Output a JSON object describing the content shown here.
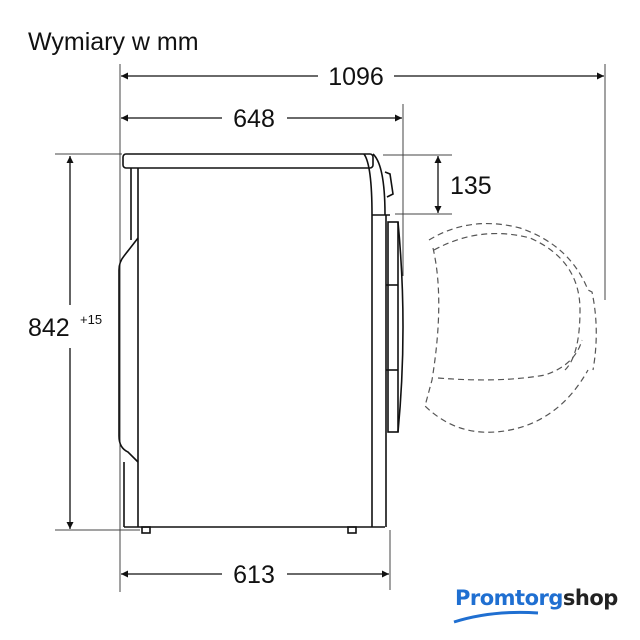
{
  "title": "Wymiary w mm",
  "dimensions": {
    "total_depth_door_open": "1096",
    "depth": "648",
    "top_overhang": "135",
    "height": "842",
    "height_tolerance": "+15",
    "body_depth": "613"
  },
  "logo": {
    "part1": "Promtorg",
    "part2": "shop",
    "color": "#1f6fd1"
  }
}
